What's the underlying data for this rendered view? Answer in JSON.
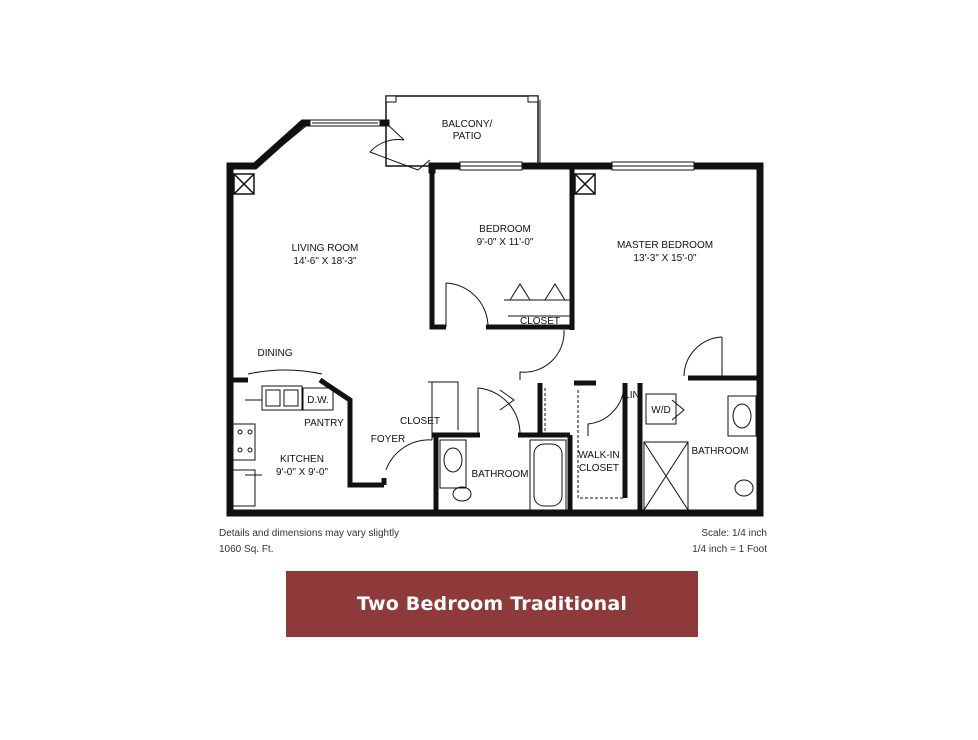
{
  "rooms": {
    "balcony_line1": "BALCONY/",
    "balcony_line2": "PATIO",
    "bedroom_name": "BEDROOM",
    "bedroom_size": "9'-0\" X 11'-0\"",
    "master_name": "MASTER BEDROOM",
    "master_size": "13'-3\" X 15'-0\"",
    "living_name": "LIVING ROOM",
    "living_size": "14'-6\" X 18'-3\"",
    "closet_bedroom": "CLOSET",
    "dining": "DINING",
    "dw": "D.W.",
    "pantry": "PANTRY",
    "kitchen_name": "KITCHEN",
    "kitchen_size": "9'-0\" X 9'-0\"",
    "closet_foyer": "CLOSET",
    "foyer": "FOYER",
    "bathroom1": "BATHROOM",
    "walkin_line1": "WALK-IN",
    "walkin_line2": "CLOSET",
    "lin": "LIN",
    "wd": "W/D",
    "bathroom2": "BATHROOM"
  },
  "notes": {
    "disclaimer": "Details and dimensions  may vary slightly",
    "sqft": "1060 Sq. Ft.",
    "scale": "Scale: 1/4 inch",
    "scale_ratio": "1/4 inch = 1 Foot"
  },
  "banner": {
    "title": "Two Bedroom Traditional",
    "color": "#8e3a3a"
  }
}
